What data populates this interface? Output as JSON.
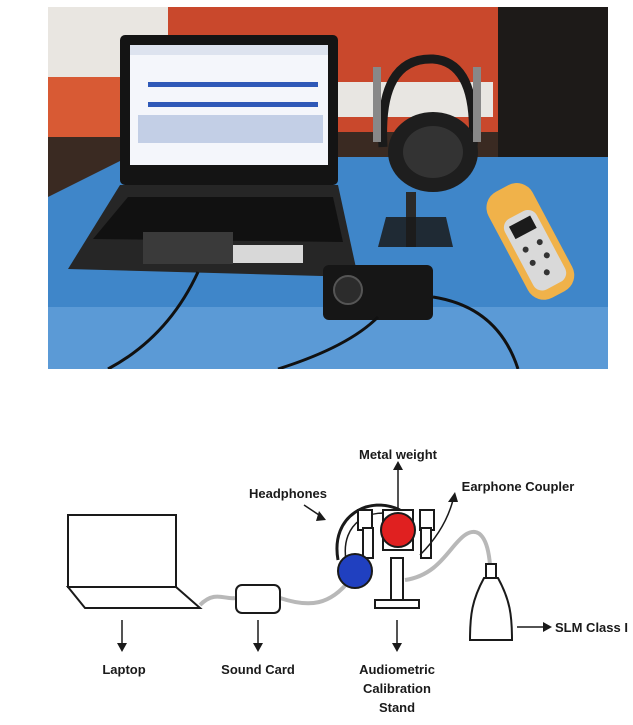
{
  "photo": {
    "icons": [
      "laptop-icon",
      "headphones-icon",
      "sound-card-icon",
      "sound-level-meter-icon",
      "calibration-stand-icon"
    ]
  },
  "diagram": {
    "labels": {
      "metal_weight": "Metal weight",
      "headphones": "Headphones",
      "earphone_coupler": "Earphone Coupler",
      "slm": "SLM Class I",
      "laptop": "Laptop",
      "sound_card": "Sound Card",
      "stand_line1": "Audiometric",
      "stand_line2": "Calibration",
      "stand_line3": "Stand"
    },
    "colors": {
      "red_cup": "#e02020",
      "blue_cup": "#2040c0",
      "cable": "#b8b8b8",
      "outline": "#1a1a1a"
    }
  }
}
